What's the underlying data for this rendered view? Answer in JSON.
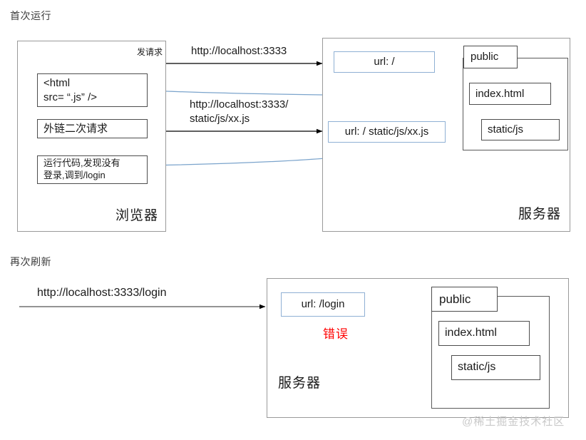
{
  "page": {
    "watermark": "@稀土掘金技术社区"
  },
  "scene_first_run": {
    "title": "首次运行",
    "browser": {
      "title": "浏览器",
      "send_request_label": "发请求",
      "html_node": "<html\nsrc= “.js” />",
      "second_request_node": "外链二次请求",
      "run_code_node": "运行代码,发现没有\n登录,调到/login"
    },
    "arrows": {
      "request_1": "http://localhost:3333",
      "request_2": "http://localhost:3333/\nstatic/js/xx.js"
    },
    "server": {
      "title": "服务器",
      "url_root_node": "url: /",
      "url_static_node": "url: / static/js/xx.js",
      "public_label": "public",
      "index_html_node": "index.html",
      "static_js_node": "static/js"
    }
  },
  "scene_refresh": {
    "title": "再次刷新",
    "arrows": {
      "request_login": "http://localhost:3333/login"
    },
    "server": {
      "title": "服务器",
      "url_login_node": "url: /login",
      "error_label": "错误",
      "public_label": "public",
      "index_html_node": "index.html",
      "static_js_node": "static/js"
    }
  },
  "colors": {
    "accent_blue": "#8fb0d4",
    "error_red": "#ff0000",
    "frame_gray": "#9a9a9a",
    "node_border": "#4d4d4d",
    "watermark_gray": "#c9c9c9"
  }
}
